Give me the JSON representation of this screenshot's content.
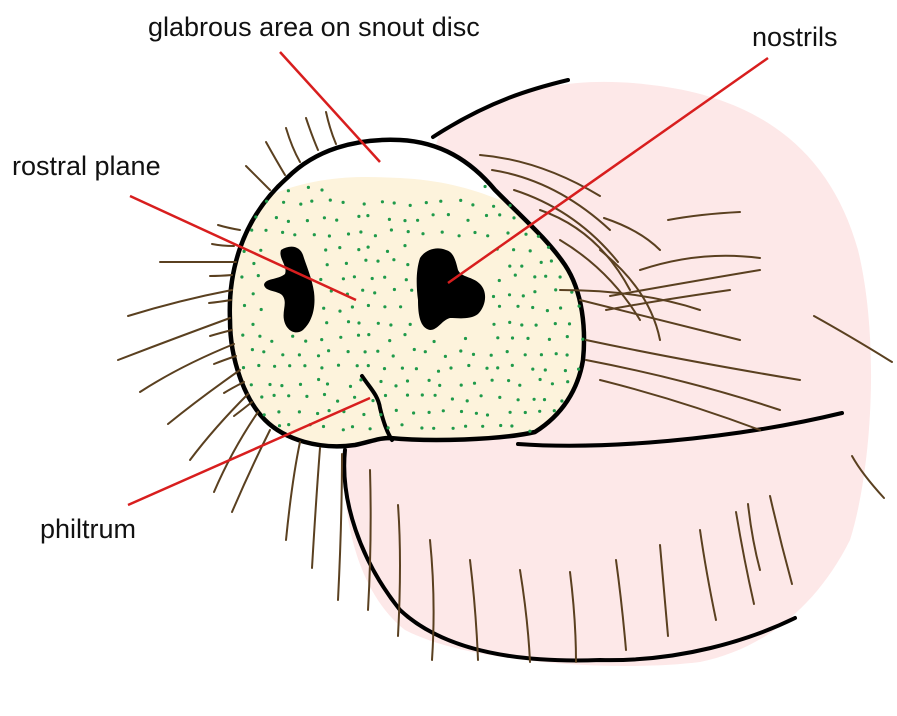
{
  "labels": {
    "glabrous": "glabrous area on snout disc",
    "nostrils": "nostrils",
    "rostral": "rostral plane",
    "philtrum": "philtrum"
  },
  "colors": {
    "background": "#ffffff",
    "skin": "#fde8e8",
    "disc": "#fdf3dc",
    "glabrous": "#ffffff",
    "outline": "#000000",
    "pointer": "#d81e1e",
    "hair": "#5a4020",
    "dots": "#1f9a4a",
    "text": "#111111"
  },
  "icons": [
    "snout-diagram",
    "nostril-left",
    "nostril-right",
    "whisker-hairs",
    "sensory-dots"
  ]
}
